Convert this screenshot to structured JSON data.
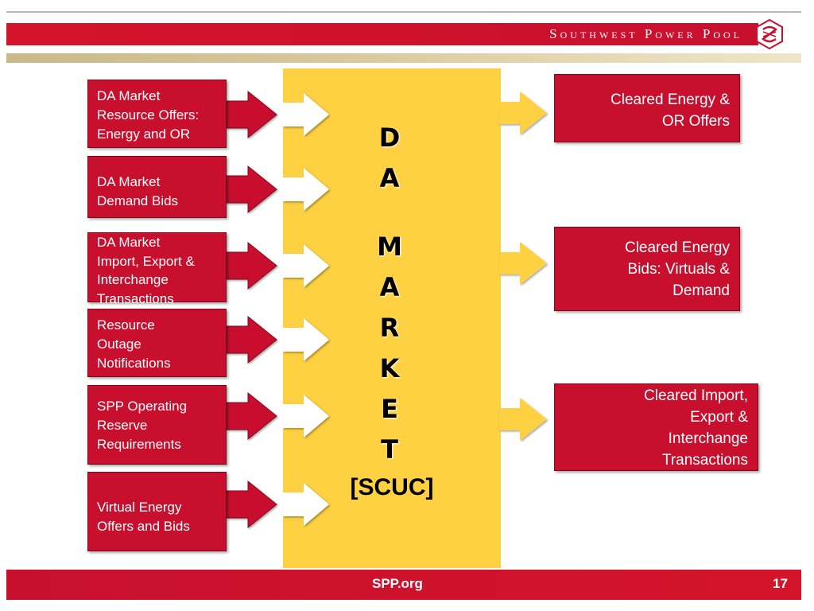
{
  "header": {
    "org_name": "Southwest Power Pool"
  },
  "center": {
    "vertical_letters": [
      "D",
      "A",
      "",
      "M",
      "A",
      "R",
      "K",
      "E",
      "T"
    ],
    "scuc_label": "[SCUC]"
  },
  "inputs": [
    {
      "lines": [
        "DA Market",
        "Resource Offers:",
        "Energy and OR"
      ]
    },
    {
      "lines": [
        "DA Market",
        "Demand Bids"
      ]
    },
    {
      "lines": [
        "DA Market",
        "Import, Export &",
        "Interchange",
        "Transactions"
      ]
    },
    {
      "lines": [
        "Resource",
        "Outage",
        "Notifications"
      ]
    },
    {
      "lines": [
        "SPP Operating",
        "Reserve",
        "Requirements"
      ]
    },
    {
      "lines": [
        "Virtual Energy",
        "Offers and Bids"
      ]
    }
  ],
  "outputs": [
    {
      "lines": [
        "Cleared Energy &",
        "OR Offers"
      ]
    },
    {
      "lines": [
        "Cleared Energy",
        "Bids: Virtuals &",
        "Demand"
      ]
    },
    {
      "lines": [
        "Cleared Import,",
        "Export &",
        "Interchange",
        "Transactions"
      ]
    }
  ],
  "footer": {
    "site": "SPP.org",
    "page_number": "17"
  },
  "colors": {
    "brand_red": "#c8102e",
    "market_yellow": "#fdd142",
    "gold_band": "#d8c79a"
  }
}
